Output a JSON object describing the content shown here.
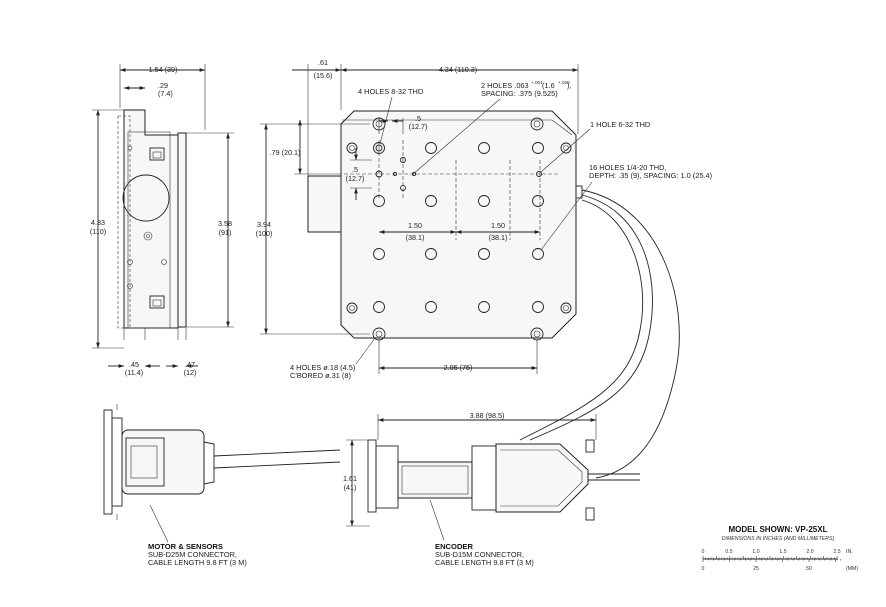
{
  "side_view": {
    "width_top": "1.54 (39)",
    "step": ".29",
    "step_mm": "(7.4)",
    "height_total": "4.33",
    "height_total_mm": "(110)",
    "height_body": "3.58",
    "height_body_mm": "(91)",
    "bottom_left": ".45",
    "bottom_left_mm": "(11.4)",
    "bottom_right": ".47",
    "bottom_right_mm": "(12)"
  },
  "top_view": {
    "offset_top": ".61",
    "offset_top_mm": "(15.6)",
    "width_total": "4.34 (110.3)",
    "holes_832": "4 HOLES 8-32 THD",
    "holes_063_a": "2 HOLES .063",
    "holes_063_tol": "+.001",
    "holes_063_b": "(1.6",
    "holes_063_tol2": "+.025",
    "holes_063_c": "),",
    "holes_063_spacing": "SPACING: .375 (9.525)",
    "dim_half": ".5",
    "dim_half_mm": "(12.7)",
    "hole_632": "1 HOLE 6-32 THD",
    "dim_79": ".79 (20.1)",
    "dim_half_v": ".5",
    "dim_half_v_mm": "(12.7)",
    "holes_1420_a": "16 HOLES 1/4-20 THD,",
    "holes_1420_b": "DEPTH: .35 (9), SPACING: 1.0 (25.4)",
    "height_total": "3.94",
    "height_total_mm": "(100)",
    "spacing_1": "1.50",
    "spacing_1_mm": "(38.1)",
    "spacing_2": "1.50",
    "spacing_2_mm": "(38.1)",
    "holes_018_a": "4 HOLES ø.18 (4.5)",
    "holes_018_b": "C'BORED ø.31 (8)",
    "dim_295": "2.95 (75)"
  },
  "connectors": {
    "width_388": "3.88 (98.5)",
    "height_161": "1.61",
    "height_161_mm": "(41)",
    "motor_title": "MOTOR & SENSORS",
    "motor_line1": "SUB-D25M CONNECTOR,",
    "motor_line2": "CABLE LENGTH 9.8 FT (3 M)",
    "encoder_title": "ENCODER",
    "encoder_line1": "SUB-D15M CONNECTOR,",
    "encoder_line2": "CABLE LENGTH 9.8 FT (3 M)"
  },
  "legend": {
    "model": "MODEL SHOWN: VP-25XL",
    "subtitle": "DIMENSIONS IN INCHES (AND MILLIMETERS)",
    "inch_ticks": [
      "0",
      "0.5",
      "1.0",
      "1.5",
      "2.0",
      "2.5"
    ],
    "inch_unit": "IN.",
    "mm_ticks": [
      "0",
      "25",
      "50"
    ],
    "mm_unit": "(MM)"
  }
}
